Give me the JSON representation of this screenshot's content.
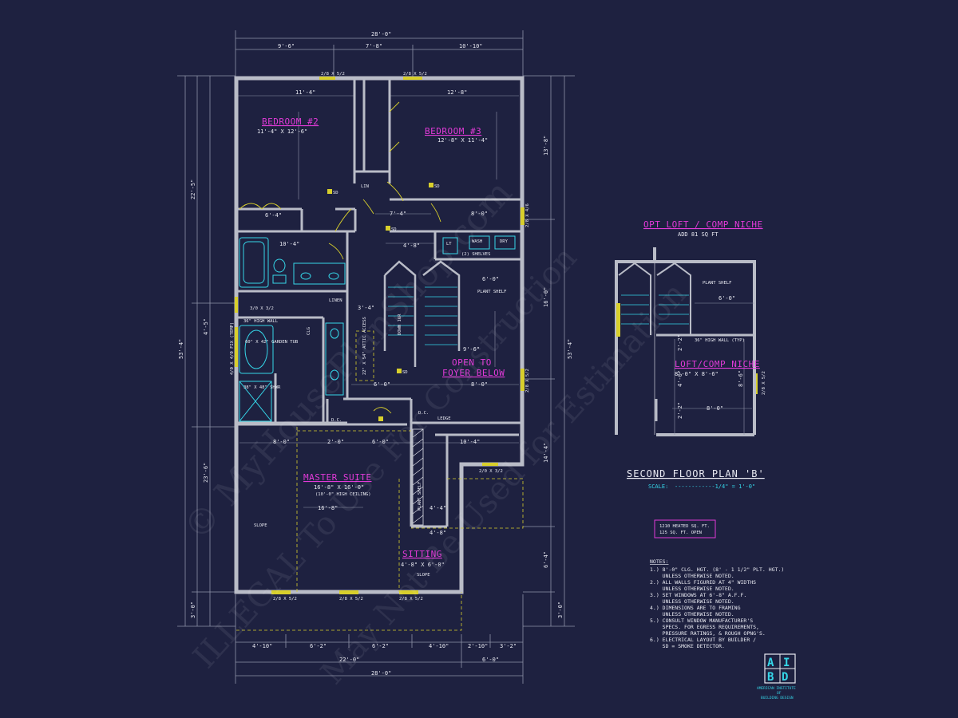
{
  "sheet": {
    "title": "SECOND FLOOR PLAN 'B'",
    "scale_label": "SCALE:",
    "scale_value": "------------1/4\" = 1'-0\"",
    "area": [
      "1210 HEATED SQ. FT.",
      "125 SQ. FT. OPEN"
    ],
    "notes_title": "NOTES:",
    "notes": [
      "1.) 8'-0\" CLG. HGT. (8' - 1 1/2\" PLT. HGT.)",
      "    UNLESS OTHERWISE NOTED.",
      "2.) ALL WALLS FIGURED AT 4\" WIDTHS",
      "    UNLESS OTHERWISE NOTED.",
      "3.) SET WINDOWS AT 6'-8\" A.F.F.",
      "    UNLESS OTHERWISE NOTED.",
      "4.) DIMENSIONS ARE TO FRAMING",
      "    UNLESS OTHERWISE NOTED.",
      "5.) CONSULT WINDOW MANUFACTURER'S",
      "    SPECS. FOR EGRESS REQUIREMENTS,",
      "    PRESSURE RATINGS, & ROUGH OPNG'S.",
      "6.) ELECTRICAL LAYOUT BY BUILDER /",
      "    SD = SMOKE DETECTOR."
    ],
    "logo_letters": [
      "A",
      "I",
      "B",
      "D"
    ],
    "logo_text": [
      "AMERICAN INSTITUTE",
      "OF",
      "BUILDING DESIGN"
    ]
  },
  "rooms": {
    "bedroom2": {
      "name": "BEDROOM #2",
      "size": "11'-4\" X 12'-6\""
    },
    "bedroom3": {
      "name": "BEDROOM #3",
      "size": "12'-8\" X 11'-4\""
    },
    "open": {
      "line1": "OPEN TO",
      "line2": "FOYER BELOW"
    },
    "master": {
      "name": "MASTER SUITE",
      "size": "16'-8\" X 16'-0\"",
      "note": "(10'-0\" HIGH CEILING)"
    },
    "sitting": {
      "name": "SITTING",
      "size": "4'-8\" X 6'-0\""
    }
  },
  "labels": {
    "garden_tub": "60\" X 42\" GARDEN TUB",
    "shower": "38\" X 48\" SHWR",
    "linen": "LINEN",
    "lin": "LIN",
    "lt": "LT",
    "wash": "WASH",
    "dry": "DRY",
    "shelves": "(2) SHELVES",
    "plant_shelf": "PLANT SHELF",
    "high_wall": "36\" HIGH WALL",
    "high_wall_typ": "36\" HIGH WALL (TYP)",
    "down": "DOWN 16R",
    "dc": "D.C.",
    "ledge": "LEDGE",
    "sd": "SD",
    "slope": "SLOPE",
    "clg": "CLG",
    "attic": "22\" X 54\" ATTIC ACCESS"
  },
  "dims": {
    "overall": "28'-0\"",
    "top": [
      "9'-6\"",
      "7'-8\"",
      "10'-10\""
    ],
    "bottom_a": [
      "4'-10\"",
      "6'-2\"",
      "6'-2\"",
      "4'-10\"",
      "2'-10\"",
      "3'-2\""
    ],
    "bottom_b": [
      "22'-0\"",
      "6'-0\""
    ],
    "left_total": "53'-4\"",
    "left_parts": [
      "22'-5\"",
      "4'-5\"",
      "23'-6\"",
      "3'-0\""
    ],
    "right_total": "53'-4\"",
    "right_parts": [
      "13'-8\"",
      "16'-0\"",
      "14'-4\"",
      "6'-4\"",
      "3'-0\""
    ]
  },
  "windows": {
    "w1": "2/8 X 5/2",
    "w2": "2/8 X 4/6",
    "w3": "2/0 X 3/2",
    "w4": "4/0 X 4/0 FIX (TEMP)",
    "w5": "3/0 X 3/2"
  },
  "loft": {
    "name": "OPT LOFT / COMP NICHE",
    "area": "ADD 81 SQ FT",
    "niche": "LOFT/COMP NICHE",
    "niche_size": "8'-0\" X 8'-6\"",
    "d1": "6'-0\"",
    "d2": "8'-0\"",
    "d3": "2'-2\"",
    "d4": "4'-0\"",
    "d5": "8'-6\"",
    "d6": "2'-2\""
  },
  "watermark": [
    "© MyHousePlanShop.com",
    "ILLEGAL To Use For Construction",
    "May Not Be Used for Estimation"
  ],
  "colors": {
    "background": "#1e2140",
    "wall": "#b9bcc7",
    "dim": "#e9eaf2",
    "room_label": "#e23ad8",
    "fixture": "#35d6e8",
    "window": "#d8cf2c"
  }
}
